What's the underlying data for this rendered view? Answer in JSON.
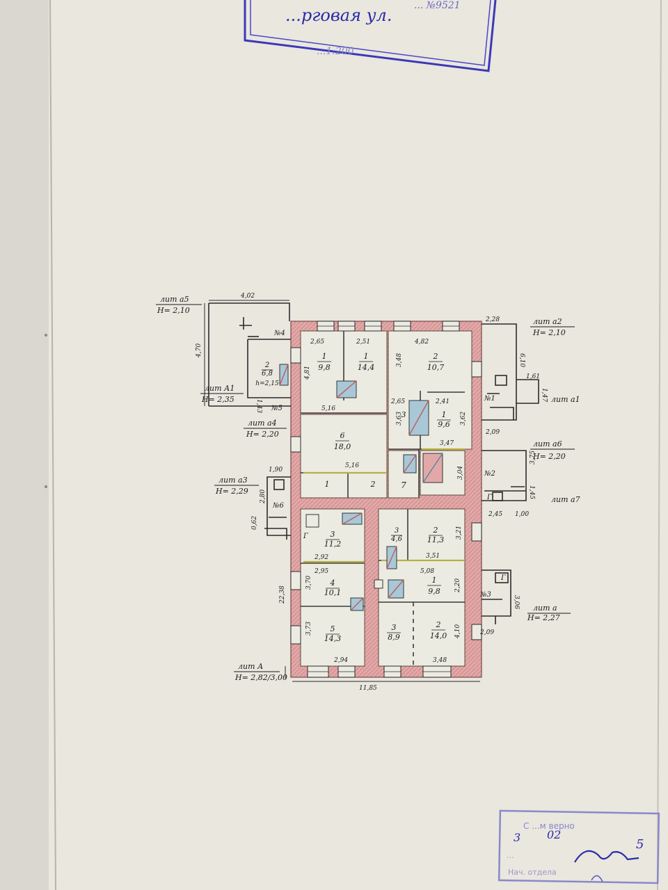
{
  "stamp_top": {
    "line1": "... №9521",
    "line2": "...рговая ул.",
    "line3": "...1:200"
  },
  "stamp_bottom": {
    "line1": "С ...м верно",
    "day": "3",
    "month": "02",
    "number": "5",
    "line3": "...",
    "line4": "Нач. отдела"
  },
  "labels": {
    "lit_a": "лит А",
    "lit_a_h": "Н= 2,82/3,00",
    "lit_a1": "лит а1",
    "lit_a2": "лит а2",
    "lit_a2_h": "Н= 2,10",
    "lit_a3": "лит а3",
    "lit_a3_h": "Н= 2,29",
    "lit_a4": "лит а4",
    "lit_a4_h": "Н= 2,20",
    "lit_a5": "лит а5",
    "lit_a5_h": "Н= 2,10",
    "lit_a6": "лит а6",
    "lit_a6_h": "Н= 2,20",
    "lit_a7": "лит а7",
    "lit_a_small": "лит а",
    "lit_a_small_h": "Н= 2,27",
    "lit_A1": "лит А1",
    "lit_A1_h": "Н= 2,35"
  },
  "dims": {
    "d402": "4,02",
    "d470": "4,70",
    "d228": "2,28",
    "d610": "6,10",
    "d161": "1,61",
    "d147": "1,47",
    "d209a": "2,09",
    "d265a": "2,65",
    "d251": "2,51",
    "d482": "4,82",
    "d481": "4,81",
    "d143a": "1,43",
    "d516a": "5,16",
    "d348": "3,48",
    "d516b": "5,16",
    "d190": "1,90",
    "d280": "2,80",
    "d062": "0,62",
    "d265b": "2,65",
    "d241": "2,41",
    "d363": "3,63",
    "d362": "3,62",
    "d347": "3,47",
    "d304": "3,04",
    "d375": "3,75",
    "d145": "1,45",
    "d245": "2,45",
    "d100": "1,00",
    "d292": "2,92",
    "d295": "2,95",
    "d370": "3,70",
    "d373": "3,73",
    "d294": "2,94",
    "d2238": "22,38",
    "d1185": "11,85",
    "d351": "3,51",
    "d321": "3,21",
    "d508": "5,08",
    "d220": "2,20",
    "d306": "3,06",
    "d209b": "2,09",
    "d410": "4,10",
    "d348b": "3,48"
  },
  "markers": {
    "n1": "№1",
    "n2": "№2",
    "n3": "№3",
    "n4": "№4",
    "n5": "№5",
    "n6": "№6",
    "g1": "Г",
    "g2": "Г",
    "g3": "Г"
  },
  "rooms": [
    {
      "num": "1",
      "area": "9,8"
    },
    {
      "num": "1",
      "area": "14,4"
    },
    {
      "num": "2",
      "area": "10,7"
    },
    {
      "num": "2",
      "area": "6,8"
    },
    {
      "num": "h",
      "area": "h=2,15"
    },
    {
      "num": "3",
      "area": ""
    },
    {
      "num": "1",
      "area": "9,6"
    },
    {
      "num": "6",
      "area": "18,0"
    },
    {
      "num": "1",
      "area": ""
    },
    {
      "num": "2",
      "area": ""
    },
    {
      "num": "7",
      "area": ""
    },
    {
      "num": "3",
      "area": "11,2"
    },
    {
      "num": "4",
      "area": "10,1"
    },
    {
      "num": "5",
      "area": "14,3"
    },
    {
      "num": "3",
      "area": "4,6"
    },
    {
      "num": "2",
      "area": "11,3"
    },
    {
      "num": "1",
      "area": "9,8"
    },
    {
      "num": "3",
      "area": "8,9"
    },
    {
      "num": "2",
      "area": "14,0"
    }
  ]
}
